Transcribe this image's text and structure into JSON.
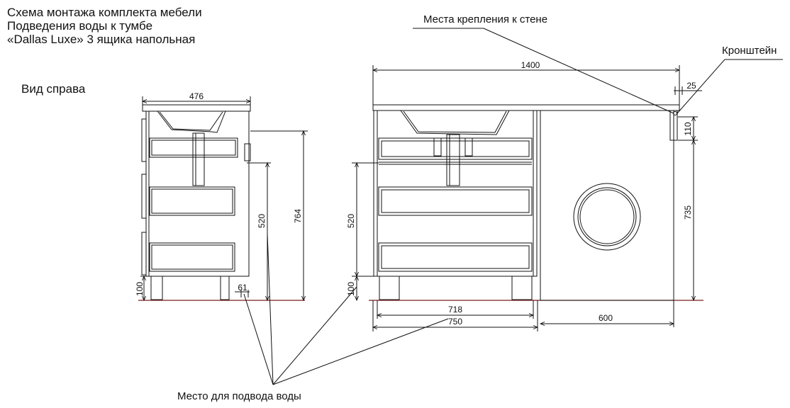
{
  "title": {
    "line1": "Схема монтажа комплекта мебели",
    "line2": "Подведения воды к тумбе",
    "line3": "«Dallas Luxe» 3 ящика напольная"
  },
  "side_view_label": "Вид справа",
  "callouts": {
    "wall_mounts": "Места крепления к стене",
    "bracket": "Кронштейн",
    "water_supply": "Место для подвода воды"
  },
  "dimensions": {
    "side_width": "476",
    "side_height_total": "764",
    "side_water_height": "520",
    "side_legs": "100",
    "side_water_offset": "61",
    "front_total_width": "1400",
    "front_bracket_offset": "25",
    "front_bracket_height": "110",
    "front_right_height": "735",
    "front_water_height": "520",
    "front_legs": "100",
    "front_inner_width": "718",
    "front_cabinet_width": "750",
    "front_machine_space": "600"
  },
  "colors": {
    "line": "#111111",
    "floor": "#7a1f1f"
  }
}
